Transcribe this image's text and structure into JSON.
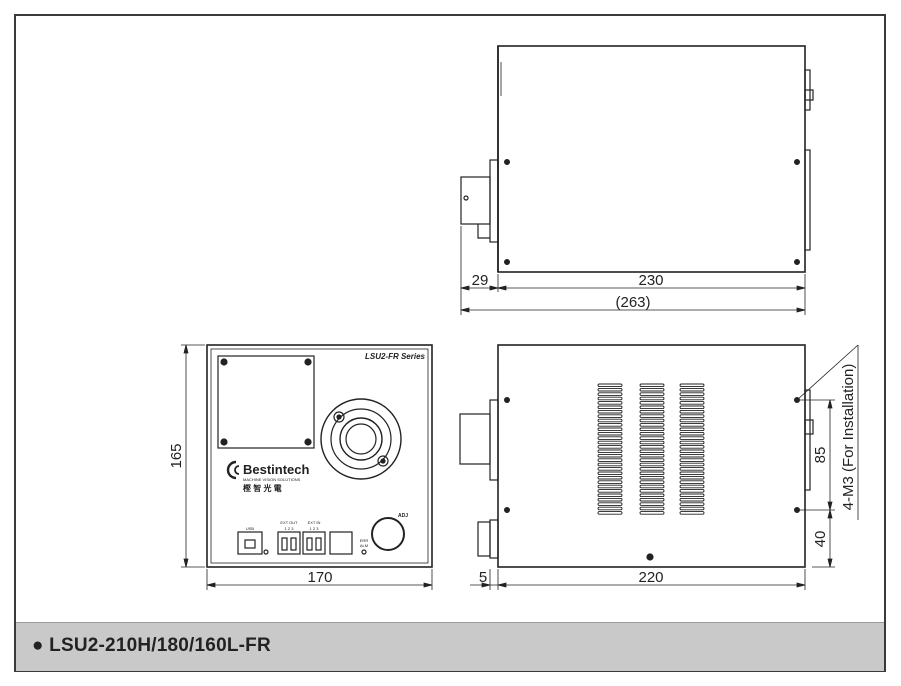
{
  "model_label": "● LSU2-210H/180/160L-FR",
  "series_label": "LSU2-FR Series",
  "brand": {
    "name": "Bestintech",
    "tagline": "MACHINE VISION SOLUTIONS",
    "chinese": "樫 智 光 電"
  },
  "panel": {
    "usb_label": "USB",
    "ext_out_label": "EXT OUT",
    "ext_in_label": "EXT IN",
    "pin_label": "1 2 3",
    "err_label": "ERR",
    "alm_label": "ALM",
    "adj_label": "ADJ"
  },
  "dimensions": {
    "top_nozzle": "29",
    "top_body": "230",
    "top_total": "(263)",
    "front_height": "165",
    "front_width": "170",
    "side_nozzle": "5",
    "side_length": "220",
    "side_hole_spacing": "85",
    "side_hole_offset": "40",
    "mount_holes": "4-M3 (For Installation)"
  },
  "colors": {
    "line": "#222222",
    "footer_bg": "#c9c9c9",
    "frame": "#3a3a3a"
  }
}
